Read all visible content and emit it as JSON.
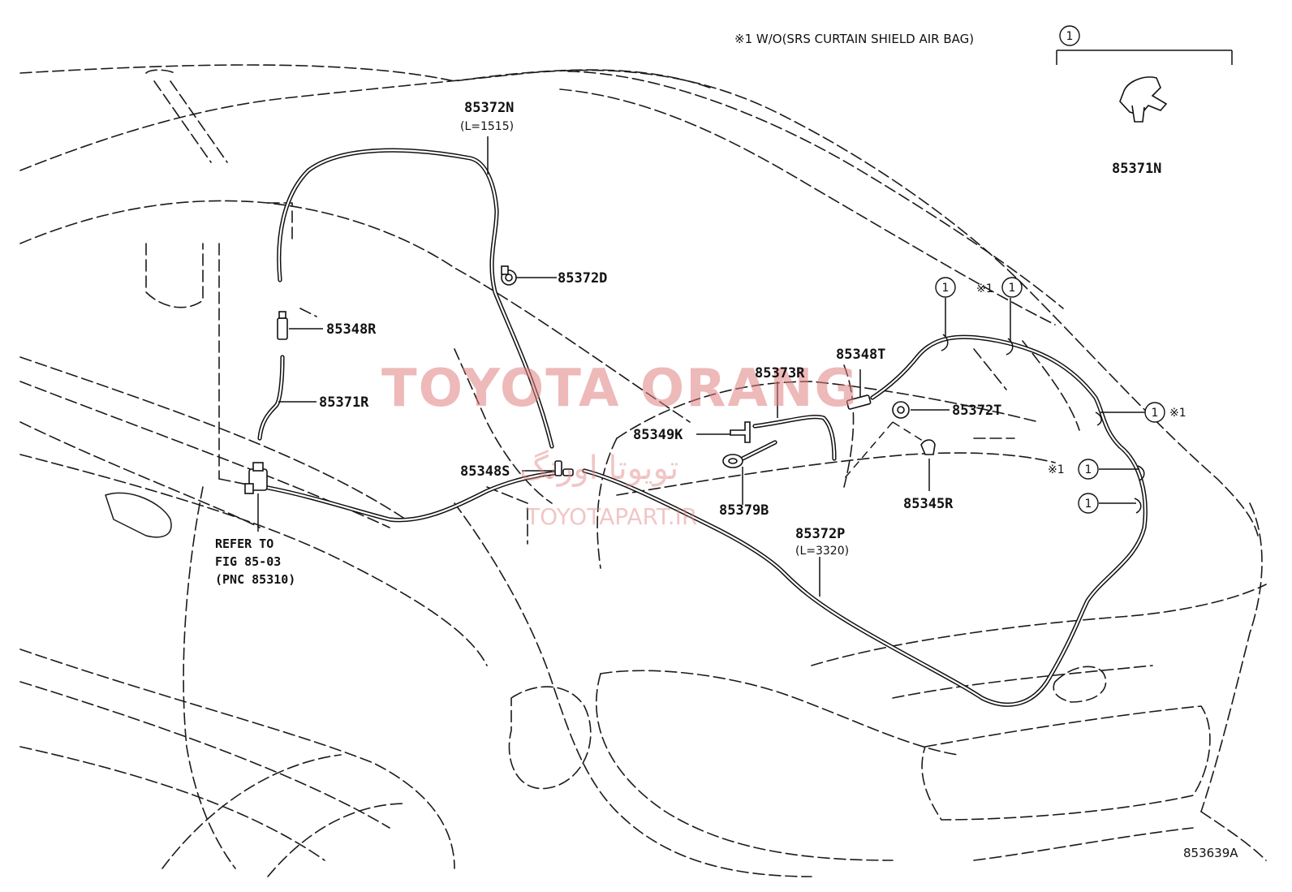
{
  "note": {
    "text": "※1 W/O(SRS CURTAIN SHIELD AIR BAG)"
  },
  "legend": {
    "marker": "1",
    "part": "85371N"
  },
  "parts": {
    "p85372N": "85372N",
    "p85372N_len": "(L=1515)",
    "p85372D": "85372D",
    "p85348R": "85348R",
    "p85371R": "85371R",
    "p85348S": "85348S",
    "p85373R": "85373R",
    "p85349K": "85349K",
    "p85379B": "85379B",
    "p85348T": "85348T",
    "p85372T": "85372T",
    "p85345R": "85345R",
    "p85372P": "85372P",
    "p85372P_len": "(L=3320)"
  },
  "reference": {
    "line1": "REFER TO",
    "line2": "FIG 85-03",
    "line3": "(PNC 85310)"
  },
  "markers": {
    "one": "1",
    "star": "※1"
  },
  "watermark": {
    "brand": "TOYOTA ORANG",
    "persian": "تویوتا اورنگ",
    "url": "TOYOTAPART.IR"
  },
  "figure_code": "853639A"
}
